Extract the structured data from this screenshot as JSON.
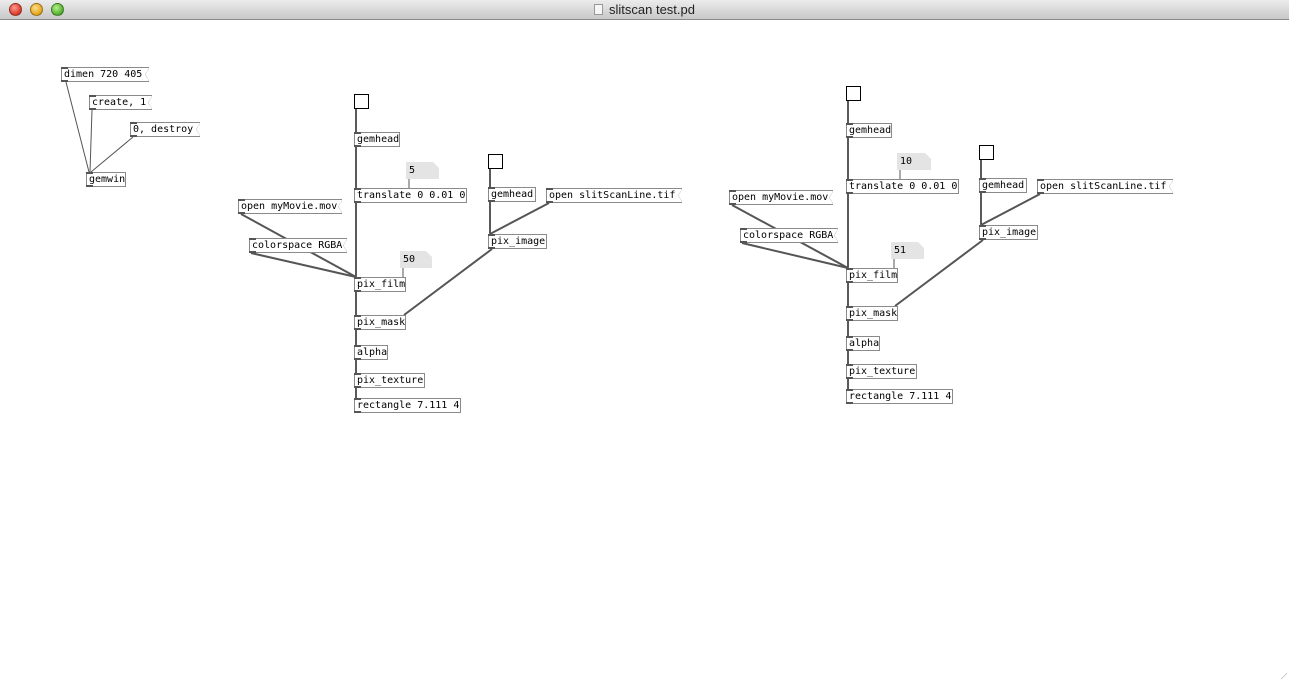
{
  "window": {
    "title": "slitscan test.pd"
  },
  "patch": {
    "left": {
      "dimen_msg": "dimen 720 405",
      "create_msg": "create, 1",
      "destroy_msg": "0, destroy",
      "gemwin": "gemwin"
    },
    "chain_a": {
      "gemhead": "gemhead",
      "translate_number": "5",
      "translate": "translate 0 0.01 0",
      "open_movie_msg": "open myMovie.mov",
      "colorspace_msg": "colorspace RGBA",
      "film_number": "50",
      "pix_film": "pix_film",
      "pix_mask": "pix_mask",
      "alpha": "alpha",
      "pix_texture": "pix_texture",
      "rectangle": "rectangle 7.111 4",
      "mask_gemhead": "gemhead",
      "open_image_msg": "open slitScanLine.tif",
      "pix_image": "pix_image"
    },
    "chain_b": {
      "gemhead": "gemhead",
      "translate_number": "10",
      "translate": "translate 0 0.01 0",
      "open_movie_msg": "open myMovie.mov",
      "colorspace_msg": "colorspace RGBA",
      "film_number": "51",
      "pix_film": "pix_film",
      "pix_mask": "pix_mask",
      "alpha": "alpha",
      "pix_texture": "pix_texture",
      "rectangle": "rectangle 7.111 4",
      "mask_gemhead": "gemhead",
      "open_image_msg": "open slitScanLine.tif",
      "pix_image": "pix_image"
    }
  }
}
